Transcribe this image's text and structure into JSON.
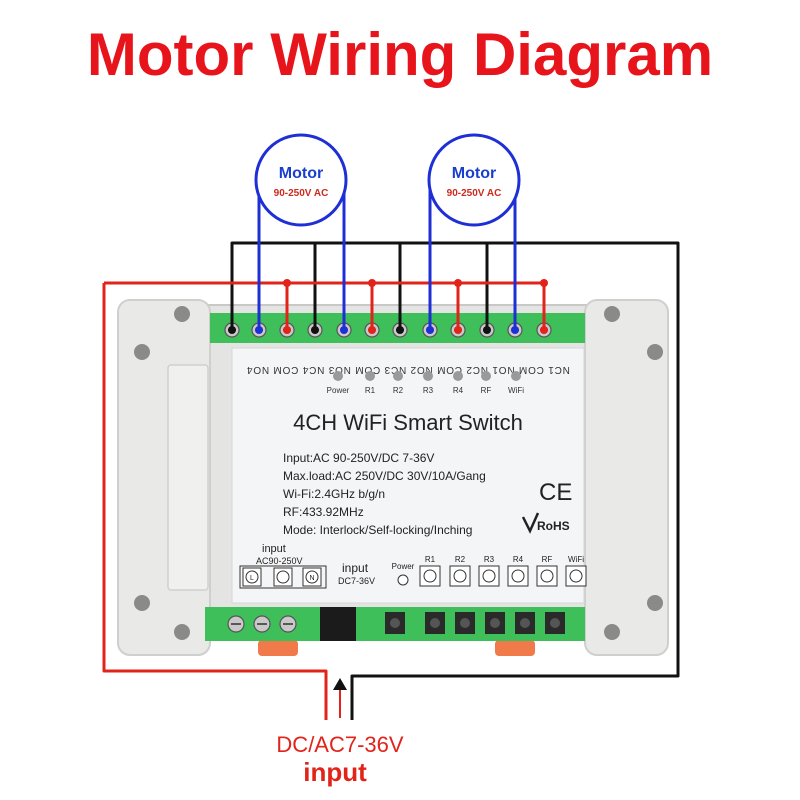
{
  "title": "Motor Wiring Diagram",
  "motors": [
    {
      "label": "Motor",
      "rating": "90-250V AC"
    },
    {
      "label": "Motor",
      "rating": "90-250V AC"
    }
  ],
  "terminal_labels": "NC1 COM NO1 NC2 COM NO2 NC3 COM NO3 NC4 COM NO4",
  "top_leds": [
    "Power",
    "R1",
    "R2",
    "R3",
    "R4",
    "RF",
    "WiFi"
  ],
  "device": {
    "name": "4CH WiFi Smart Switch",
    "specs": [
      "Input:AC 90-250V/DC 7-36V",
      "Max.load:AC 250V/DC 30V/10A/Gang",
      "Wi-Fi:2.4GHz b/g/n",
      "RF:433.92MHz",
      "Mode: Interlock/Self-locking/Inching"
    ],
    "ce_mark": "CE",
    "rohs_mark": "RoHS",
    "ac_input_label": "input",
    "ac_input_range": "AC90-250V",
    "ac_terminals": [
      "L",
      "",
      "N"
    ],
    "dc_input_label": "input",
    "dc_input_range": "DC7-36V",
    "bottom_labels": [
      "Power",
      "R1",
      "R2",
      "R3",
      "R4",
      "RF",
      "WiFi"
    ]
  },
  "bottom_input": {
    "voltage": "DC/AC7-36V",
    "label": "input"
  },
  "colors": {
    "title_red": "#e8141b",
    "wire_red": "#e2231a",
    "wire_blue": "#1f2fd6",
    "wire_black": "#111111",
    "terminal_green": "#3fbf5a",
    "housing": "#e7e8e6",
    "panel": "#f4f5f7"
  }
}
